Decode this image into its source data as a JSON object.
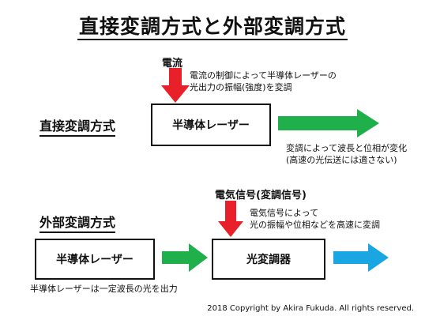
{
  "title": "直接変調方式と外部変調方式",
  "direct": {
    "heading": "直接変調方式",
    "input_label": "電流",
    "input_note_line1": "電流の制御によって半導体レーザーの",
    "input_note_line2": "光出力の振幅(強度)を変調",
    "laser_box": "半導体レーザー",
    "output_note_line1": "変調によって波長と位相が変化",
    "output_note_line2": "(高速の光伝送には適さない)"
  },
  "external": {
    "heading": "外部変調方式",
    "laser_box": "半導体レーザー",
    "laser_note": "半導体レーザーは一定波長の光を出力",
    "signal_label": "電気信号(変調信号)",
    "signal_note_line1": "電気信号によって",
    "signal_note_line2": "光の振幅や位相などを高速に変調",
    "modulator_box": "光変調器"
  },
  "copyright": "2018 Copyright by Akira Fukuda. All rights reserved.",
  "colors": {
    "input_arrow": "#e8202a",
    "light_arrow": "#1fb04b",
    "output_arrow": "#1aa6e3",
    "box_border": "#111111"
  }
}
